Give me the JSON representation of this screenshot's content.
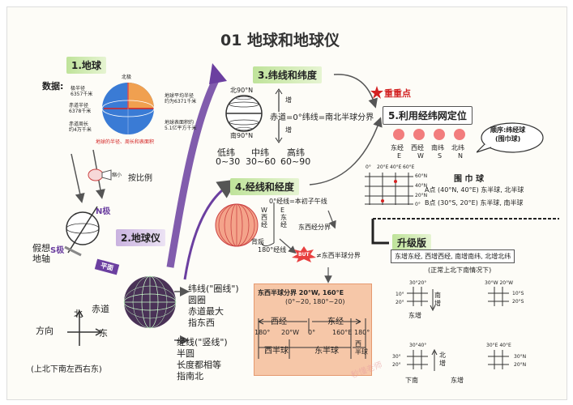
{
  "page": {
    "title": "01 地球和地球仪"
  },
  "section1": {
    "header": "1.地球",
    "data_label": "数据:",
    "polar_radius": "极半径\n6357千米",
    "equator_radius": "赤道半径\n6378千米",
    "equator_circ": "赤道周长\n约4万千米",
    "north_pole": "北极",
    "avg_radius": "地球平均半径\n约为6371千米",
    "surface_area": "地球表面积约\n5.1亿平方千米",
    "caption": "地球的半径、周长和表面积",
    "scale_note": "缩小",
    "scale_label": "按比例",
    "n_pole": "N极",
    "s_pole": "S极",
    "imag_axis": "假想\n地轴",
    "plane": "平面"
  },
  "section2": {
    "header": "2.地球仪",
    "lat_lines": "纬线(\"圈线\")",
    "lat_1": "圆圈",
    "lat_2": "赤道最大",
    "lat_3": "指东西",
    "lon_lines": "经线(\"竖线\")",
    "lon_1": "半圆",
    "lon_2": "长度都相等",
    "lon_3": "指南北",
    "equator": "赤道",
    "direction": "方向",
    "north": "北",
    "east": "东",
    "rule": "(上北下南左西右东)"
  },
  "section3": {
    "header": "3.纬线和纬度",
    "n90": "北90°N",
    "s90": "南90°N",
    "increase_up": "增",
    "increase_down": "增",
    "equator_rule": "赤道=0°纬线=南北半球分界",
    "low_lat": "低纬",
    "low_range": "0~30",
    "mid_lat": "中纬",
    "mid_range": "30~60",
    "high_lat": "高纬",
    "high_range": "60~90"
  },
  "section4": {
    "header": "4.经线和经度",
    "prime": "0°经线=本初子午线",
    "west": "W\n西\n经",
    "east": "E\n东\n经",
    "east_west_div": "东西经分界",
    "back_side": "背后",
    "meridian_180": "180°经线",
    "but": "BUT",
    "not_equal": "≠东西半球分界"
  },
  "section5": {
    "header": "5.利用经纬网定位",
    "key": "重重点",
    "order_title": "顺序:纬经球\n(围巾球)",
    "direction_labels": [
      "东经",
      "西经",
      "南纬",
      "北纬"
    ],
    "direction_letters": [
      "E",
      "W",
      "S",
      "N"
    ],
    "grid_top": [
      "0°",
      "20°E",
      "40°E",
      "60°E"
    ],
    "grid_right": [
      "60°N",
      "40°N",
      "20°N",
      "0°"
    ],
    "scarf": "围     巾     球",
    "point_a": "A点 (40°N, 40°E) 东半球, 北半球",
    "point_b": "B点 (30°S, 20°E) 东半球, 南半球"
  },
  "upgrade": {
    "header": "升级版",
    "rule": "东增东经, 西增西经, 南增南纬, 北增北纬",
    "note": "(正常上北下南情况下)",
    "g1_top": "30°20°",
    "g1_left": "10°",
    "g1_left2": "20°",
    "g1_side": "南\n增",
    "g2_top": "30°W 20°W",
    "g2_right": "10°S\n20°S",
    "east_inc": "东增",
    "g3_top": "30°40°",
    "g3_left": "30°\n20°",
    "g3_side": "北\n增",
    "g4_top": "30°E 40°E",
    "g4_right": "30°N\n20°N",
    "bottom_left": "下南",
    "bottom_right": "东增"
  },
  "hemisphere": {
    "title_a": "东西半球分界 20°W, 160°E",
    "title_b": "(0°~20, 180°~20)",
    "west_lon": "西经",
    "east_lon": "东经",
    "ticks": [
      "180°",
      "20°W",
      "0°",
      "160°E",
      "180°"
    ],
    "west_hemi": "西半球",
    "east_hemi": "东半球",
    "west_hemi2": "西\n半球",
    "watermark": "秒懂老师"
  },
  "colors": {
    "orange": "#f6c7a8",
    "purple": "#6b3fa0",
    "green": "#a6d67a",
    "red": "#d32222",
    "globe_orange": "#f0a050"
  }
}
